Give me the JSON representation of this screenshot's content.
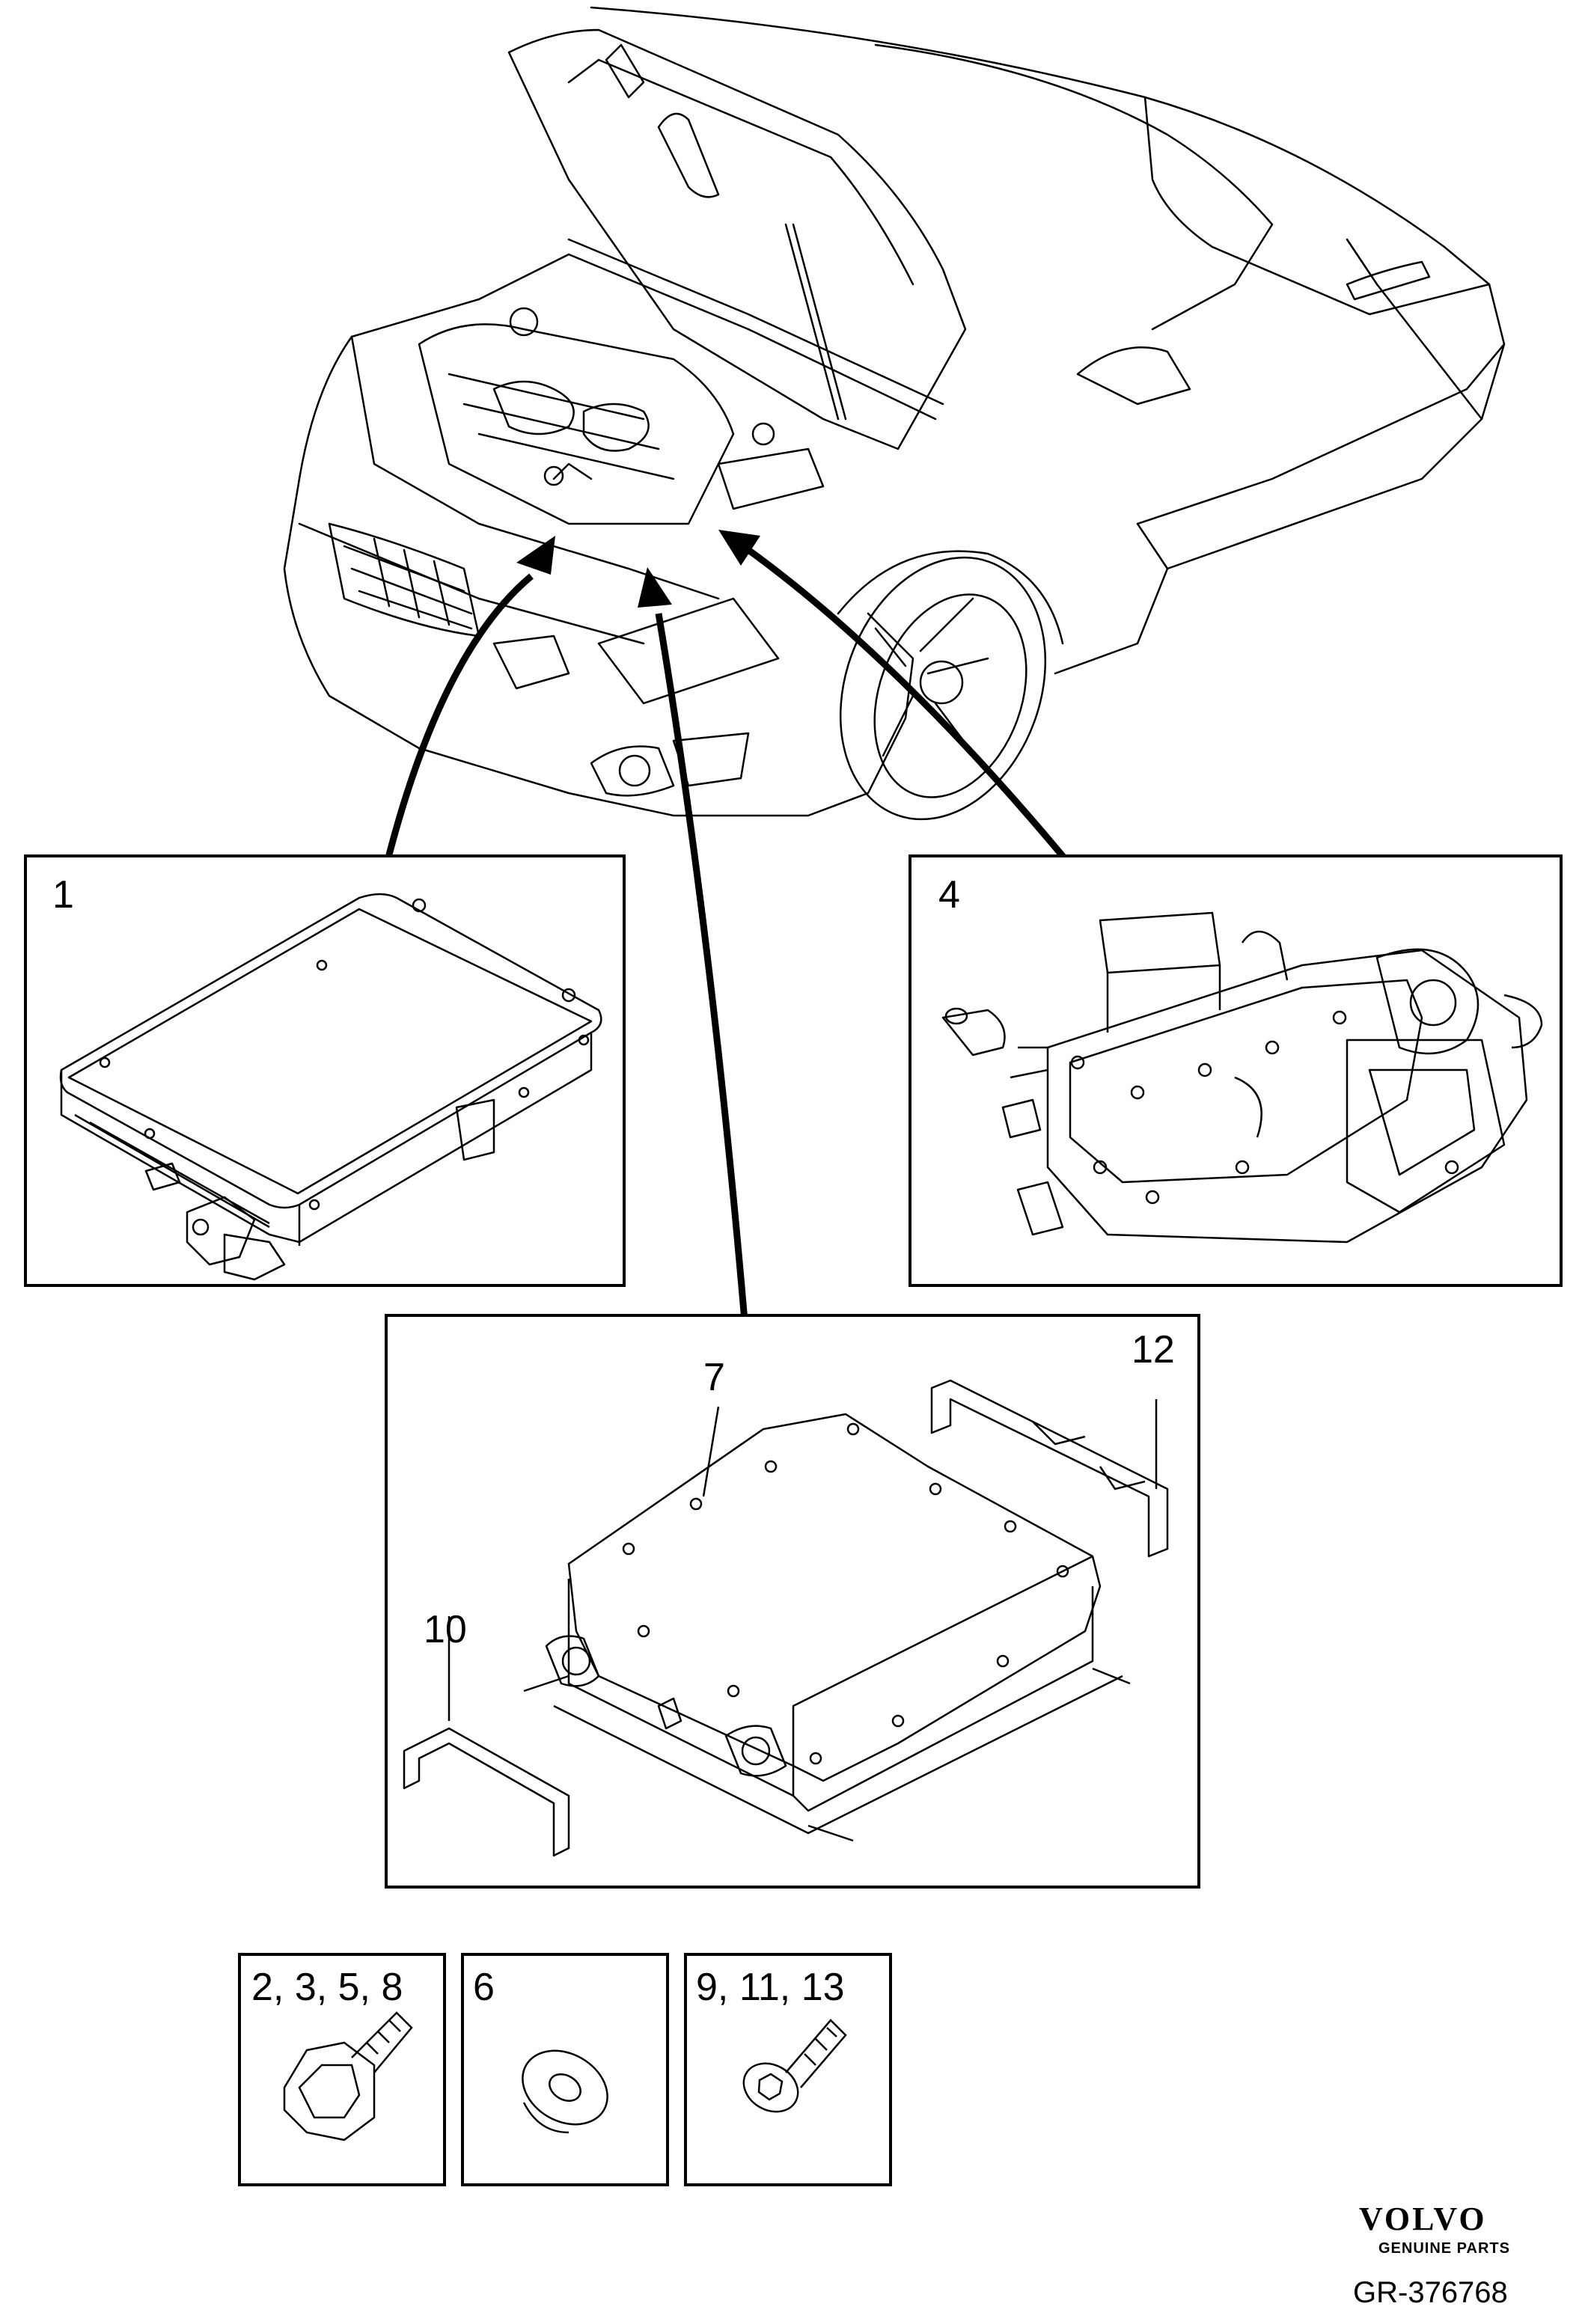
{
  "callouts": {
    "part_1": "1",
    "part_4": "4",
    "part_7": "7",
    "part_10": "10",
    "part_12": "12",
    "fasteners_a": "2, 3, 5, 8",
    "fasteners_b": "6",
    "fasteners_c": "9, 11, 13"
  },
  "brand": {
    "logo": "VOLVO",
    "tagline": "GENUINE PARTS"
  },
  "reference": "GR-376768",
  "colors": {
    "line": "#000000",
    "background": "#ffffff"
  }
}
